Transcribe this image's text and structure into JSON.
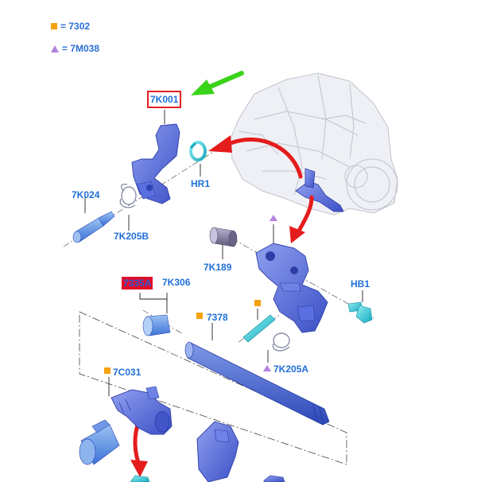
{
  "legend": [
    {
      "marker": "square",
      "color": "#f4a20c",
      "text": "= 7302"
    },
    {
      "marker": "triangle",
      "color": "#b382e0",
      "text": "= 7M038"
    }
  ],
  "labels": {
    "7K001": "7K001",
    "HR1": "HR1",
    "7K024": "7K024",
    "7K205B": "7K205B",
    "7K189": "7K189",
    "HB1": "HB1",
    "7335A": "7335A",
    "7K306": "7K306",
    "7378": "7378",
    "7K205A": "7K205A",
    "7C031": "7C031"
  },
  "colors": {
    "part_blue": "#4a63d8",
    "part_cyan": "#2fd1d8",
    "arrow_red": "#e51c1c",
    "arrow_green": "#39d31a",
    "label_blue": "#1f6fd8"
  }
}
